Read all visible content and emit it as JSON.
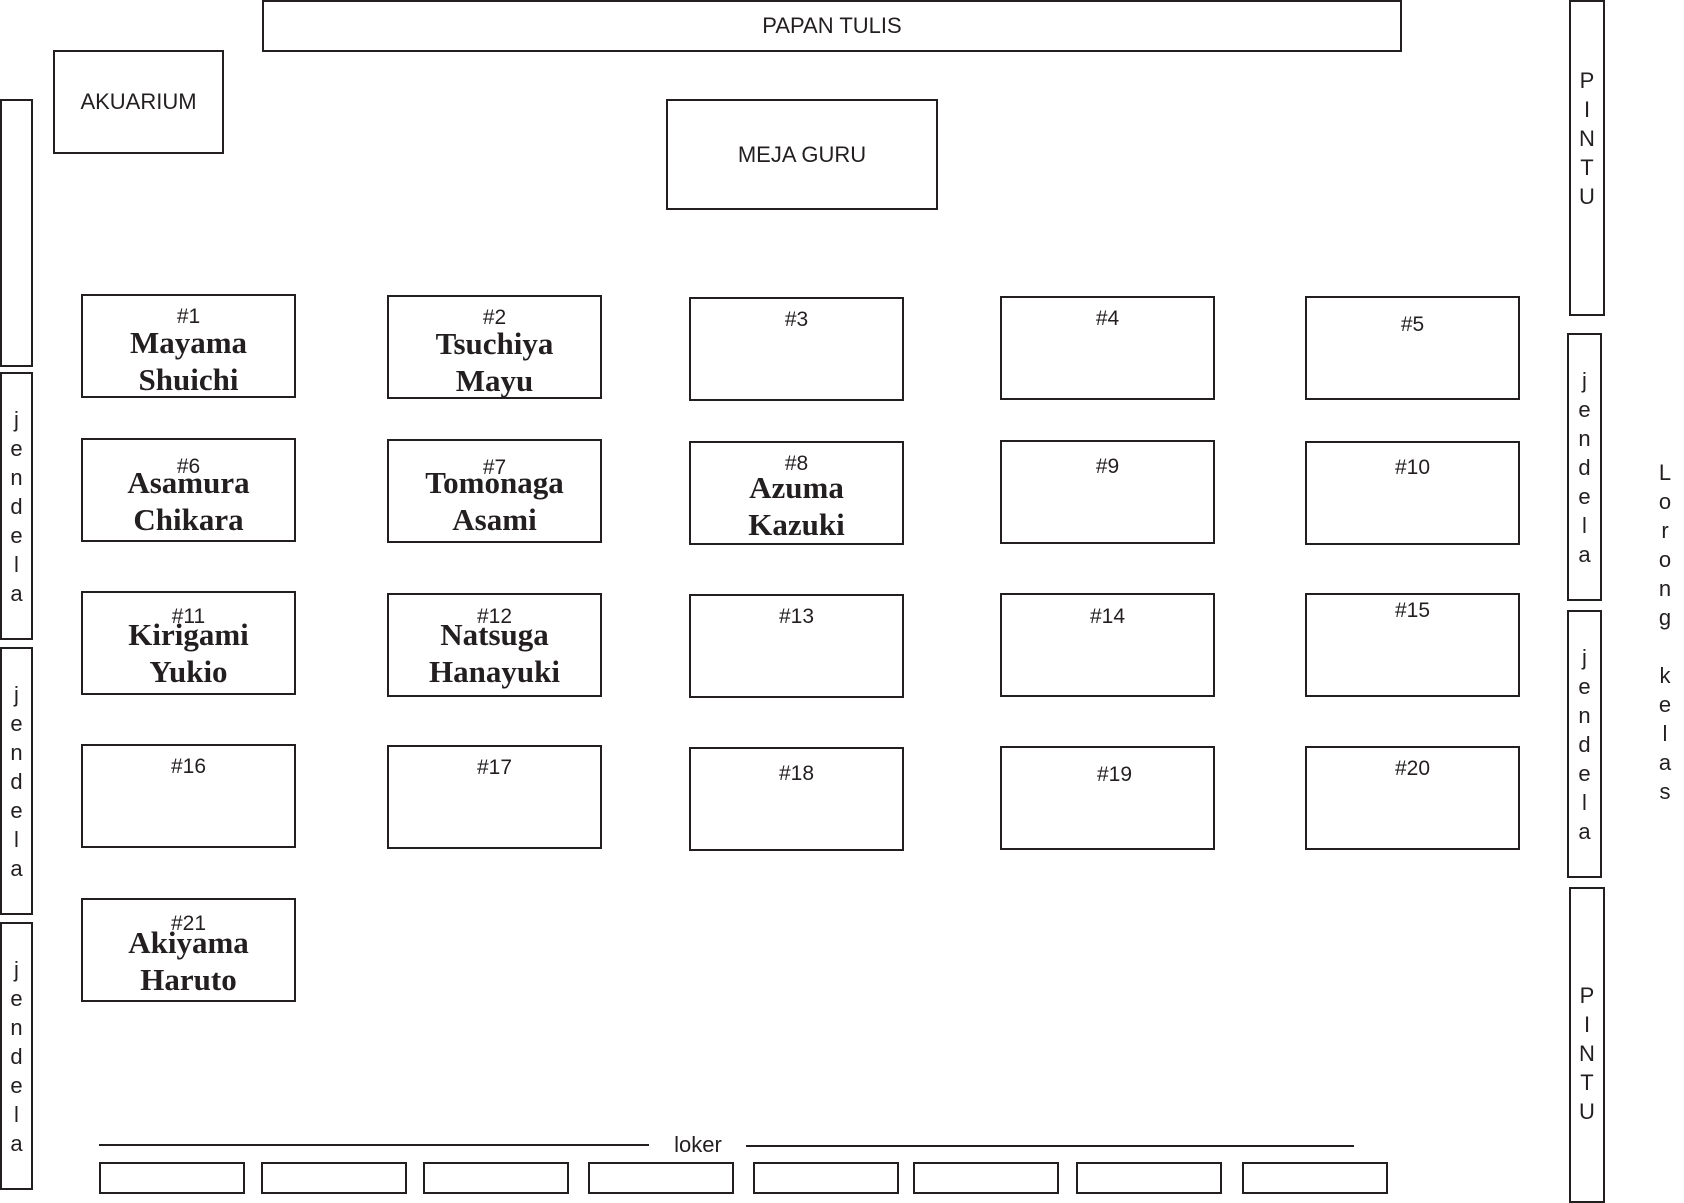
{
  "board": "PAPAN TULIS",
  "aquarium": "AKUARIUM",
  "teacher_desk": "MEJA GURU",
  "door_top": [
    "P",
    "I",
    "N",
    "T",
    "U"
  ],
  "door_bottom": [
    "P",
    "I",
    "N",
    "T",
    "U"
  ],
  "window_label": [
    "j",
    "e",
    "n",
    "d",
    "e",
    "l",
    "a"
  ],
  "hallway": [
    "L",
    "o",
    "r",
    "o",
    "n",
    "g",
    "",
    "k",
    "e",
    "l",
    "a",
    "s"
  ],
  "locker_label": "loker",
  "desks": [
    {
      "num": "#1",
      "name1": "Mayama",
      "name2": "Shuichi"
    },
    {
      "num": "#2",
      "name1": "Tsuchiya",
      "name2": "Mayu"
    },
    {
      "num": "#3",
      "name1": "",
      "name2": ""
    },
    {
      "num": "#4",
      "name1": "",
      "name2": ""
    },
    {
      "num": "#5",
      "name1": "",
      "name2": ""
    },
    {
      "num": "#6",
      "name1": "Asamura",
      "name2": "Chikara"
    },
    {
      "num": "#7",
      "name1": "Tomonaga",
      "name2": "Asami"
    },
    {
      "num": "#8",
      "name1": "Azuma",
      "name2": "Kazuki"
    },
    {
      "num": "#9",
      "name1": "",
      "name2": ""
    },
    {
      "num": "#10",
      "name1": "",
      "name2": ""
    },
    {
      "num": "#11",
      "name1": "Kirigami",
      "name2": "Yukio"
    },
    {
      "num": "#12",
      "name1": "Natsuga",
      "name2": "Hanayuki"
    },
    {
      "num": "#13",
      "name1": "",
      "name2": ""
    },
    {
      "num": "#14",
      "name1": "",
      "name2": ""
    },
    {
      "num": "#15",
      "name1": "",
      "name2": ""
    },
    {
      "num": "#16",
      "name1": "",
      "name2": ""
    },
    {
      "num": "#17",
      "name1": "",
      "name2": ""
    },
    {
      "num": "#18",
      "name1": "",
      "name2": ""
    },
    {
      "num": "#19",
      "name1": "",
      "name2": ""
    },
    {
      "num": "#20",
      "name1": "",
      "name2": ""
    },
    {
      "num": "#21",
      "name1": "Akiyama",
      "name2": "Haruto"
    }
  ]
}
